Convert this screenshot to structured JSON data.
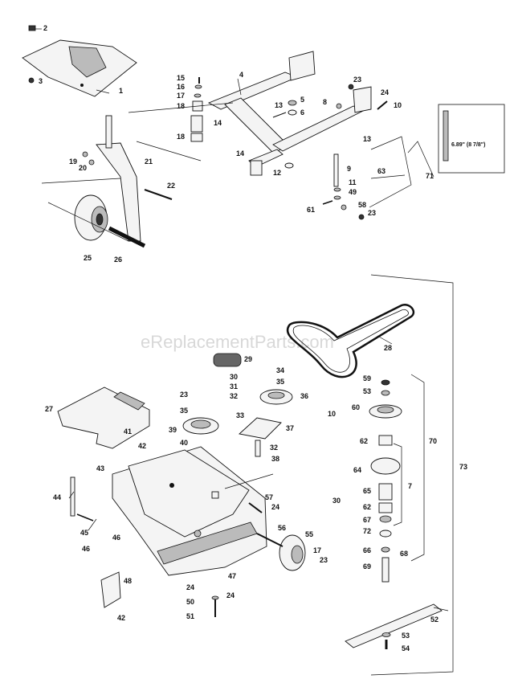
{
  "watermark": "eReplacementParts.com",
  "inset_dimension": "6.89\" (8 7/8\")",
  "labels": [
    {
      "id": "l1",
      "text": "1"
    },
    {
      "id": "l2",
      "text": "2"
    },
    {
      "id": "l3",
      "text": "3"
    },
    {
      "id": "l4",
      "text": "4"
    },
    {
      "id": "l5",
      "text": "5"
    },
    {
      "id": "l6",
      "text": "6"
    },
    {
      "id": "l8",
      "text": "8"
    },
    {
      "id": "l9",
      "text": "9"
    },
    {
      "id": "l10a",
      "text": "10"
    },
    {
      "id": "l11",
      "text": "11"
    },
    {
      "id": "l12",
      "text": "12"
    },
    {
      "id": "l13a",
      "text": "13"
    },
    {
      "id": "l13b",
      "text": "13"
    },
    {
      "id": "l14a",
      "text": "14"
    },
    {
      "id": "l14b",
      "text": "14"
    },
    {
      "id": "l15",
      "text": "15"
    },
    {
      "id": "l16",
      "text": "16"
    },
    {
      "id": "l17a",
      "text": "17"
    },
    {
      "id": "l18a",
      "text": "18"
    },
    {
      "id": "l18b",
      "text": "18"
    },
    {
      "id": "l19",
      "text": "19"
    },
    {
      "id": "l20",
      "text": "20"
    },
    {
      "id": "l21",
      "text": "21"
    },
    {
      "id": "l22",
      "text": "22"
    },
    {
      "id": "l23a",
      "text": "23"
    },
    {
      "id": "l23b",
      "text": "23"
    },
    {
      "id": "l24a",
      "text": "24"
    },
    {
      "id": "l25",
      "text": "25"
    },
    {
      "id": "l26",
      "text": "26"
    },
    {
      "id": "l49",
      "text": "49"
    },
    {
      "id": "l58",
      "text": "58"
    },
    {
      "id": "l61",
      "text": "61"
    },
    {
      "id": "l63",
      "text": "63"
    },
    {
      "id": "l71",
      "text": "71"
    },
    {
      "id": "l27",
      "text": "27"
    },
    {
      "id": "l28",
      "text": "28"
    },
    {
      "id": "l29",
      "text": "29"
    },
    {
      "id": "l30a",
      "text": "30"
    },
    {
      "id": "l31",
      "text": "31"
    },
    {
      "id": "l32a",
      "text": "32"
    },
    {
      "id": "l32b",
      "text": "32"
    },
    {
      "id": "l33",
      "text": "33"
    },
    {
      "id": "l34",
      "text": "34"
    },
    {
      "id": "l35a",
      "text": "35"
    },
    {
      "id": "l35b",
      "text": "35"
    },
    {
      "id": "l36",
      "text": "36"
    },
    {
      "id": "l37",
      "text": "37"
    },
    {
      "id": "l38",
      "text": "38"
    },
    {
      "id": "l39",
      "text": "39"
    },
    {
      "id": "l40",
      "text": "40"
    },
    {
      "id": "l41",
      "text": "41"
    },
    {
      "id": "l42a",
      "text": "42"
    },
    {
      "id": "l42b",
      "text": "42"
    },
    {
      "id": "l43",
      "text": "43"
    },
    {
      "id": "l44",
      "text": "44"
    },
    {
      "id": "l45",
      "text": "45"
    },
    {
      "id": "l46a",
      "text": "46"
    },
    {
      "id": "l46b",
      "text": "46"
    },
    {
      "id": "l47",
      "text": "47"
    },
    {
      "id": "l48",
      "text": "48"
    },
    {
      "id": "l23c",
      "text": "23"
    },
    {
      "id": "l24b",
      "text": "24"
    },
    {
      "id": "l50",
      "text": "50"
    },
    {
      "id": "l51",
      "text": "51"
    },
    {
      "id": "l24c",
      "text": "24"
    },
    {
      "id": "l57",
      "text": "57"
    },
    {
      "id": "l24d",
      "text": "24"
    },
    {
      "id": "l56",
      "text": "56"
    },
    {
      "id": "l55",
      "text": "55"
    },
    {
      "id": "l17b",
      "text": "17"
    },
    {
      "id": "l23d",
      "text": "23"
    },
    {
      "id": "l10b",
      "text": "10"
    },
    {
      "id": "l30b",
      "text": "30"
    },
    {
      "id": "l59",
      "text": "59"
    },
    {
      "id": "l53a",
      "text": "53"
    },
    {
      "id": "l60",
      "text": "60"
    },
    {
      "id": "l62a",
      "text": "62"
    },
    {
      "id": "l64",
      "text": "64"
    },
    {
      "id": "l65",
      "text": "65"
    },
    {
      "id": "l62b",
      "text": "62"
    },
    {
      "id": "l67",
      "text": "67"
    },
    {
      "id": "l72",
      "text": "72"
    },
    {
      "id": "l66",
      "text": "66"
    },
    {
      "id": "l68",
      "text": "68"
    },
    {
      "id": "l69",
      "text": "69"
    },
    {
      "id": "l7",
      "text": "7"
    },
    {
      "id": "l70",
      "text": "70"
    },
    {
      "id": "l73",
      "text": "73"
    },
    {
      "id": "l52",
      "text": "52"
    },
    {
      "id": "l53b",
      "text": "53"
    },
    {
      "id": "l54",
      "text": "54"
    }
  ]
}
